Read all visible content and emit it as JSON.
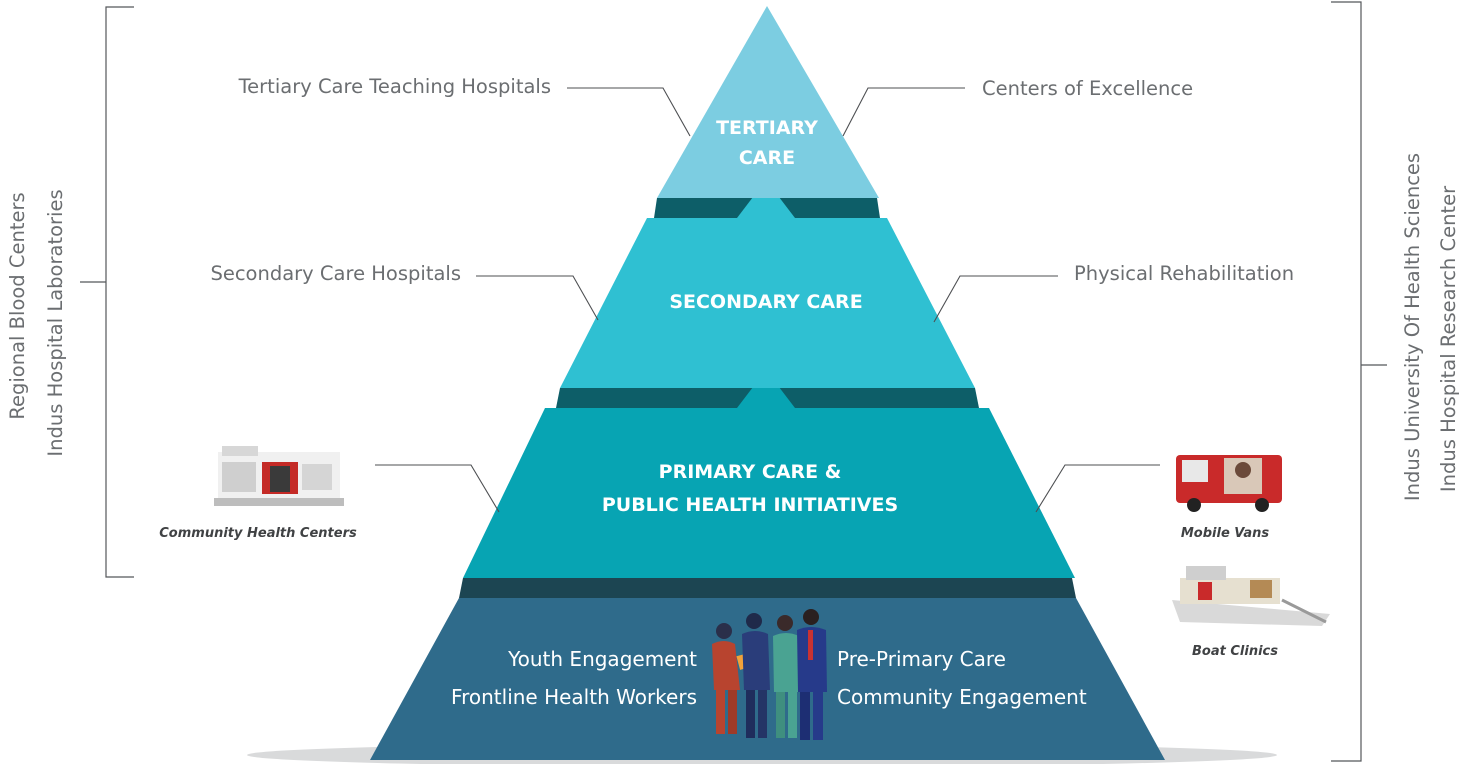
{
  "colors": {
    "tertiary": "#7ccde1",
    "secondary": "#2fc0d2",
    "primary": "#07a4b3",
    "base": "#2f6b8b",
    "band_dark": "#0d5e68",
    "band_base": "#1c4552",
    "leader": "#4d4f52",
    "side_text": "#6b6e71"
  },
  "levels": {
    "tertiary": {
      "line1": "TERTIARY",
      "line2": "CARE"
    },
    "secondary": {
      "label": "SECONDARY CARE"
    },
    "primary": {
      "line1": "PRIMARY CARE &",
      "line2": "PUBLIC HEALTH INITIATIVES"
    },
    "base": {
      "left_line1": "Youth Engagement",
      "left_line2": "Frontline Health Workers",
      "right_line1": "Pre-Primary Care",
      "right_line2": "Community Engagement",
      "illustration": "people-group-illustration"
    }
  },
  "callouts": {
    "tertiary_left": "Tertiary Care Teaching Hospitals",
    "tertiary_right": "Centers of Excellence",
    "secondary_left": "Secondary Care Hospitals",
    "secondary_right": "Physical Rehabilitation",
    "community_centers": "Community Health Centers",
    "mobile_vans": "Mobile Vans",
    "boat_clinics": "Boat Clinics"
  },
  "brackets": {
    "left_line1": "Regional Blood Centers",
    "left_line2": "Indus Hospital Laboratories",
    "right_line1": "Indus University Of Health Sciences",
    "right_line2": "Indus Hospital Research Center"
  }
}
